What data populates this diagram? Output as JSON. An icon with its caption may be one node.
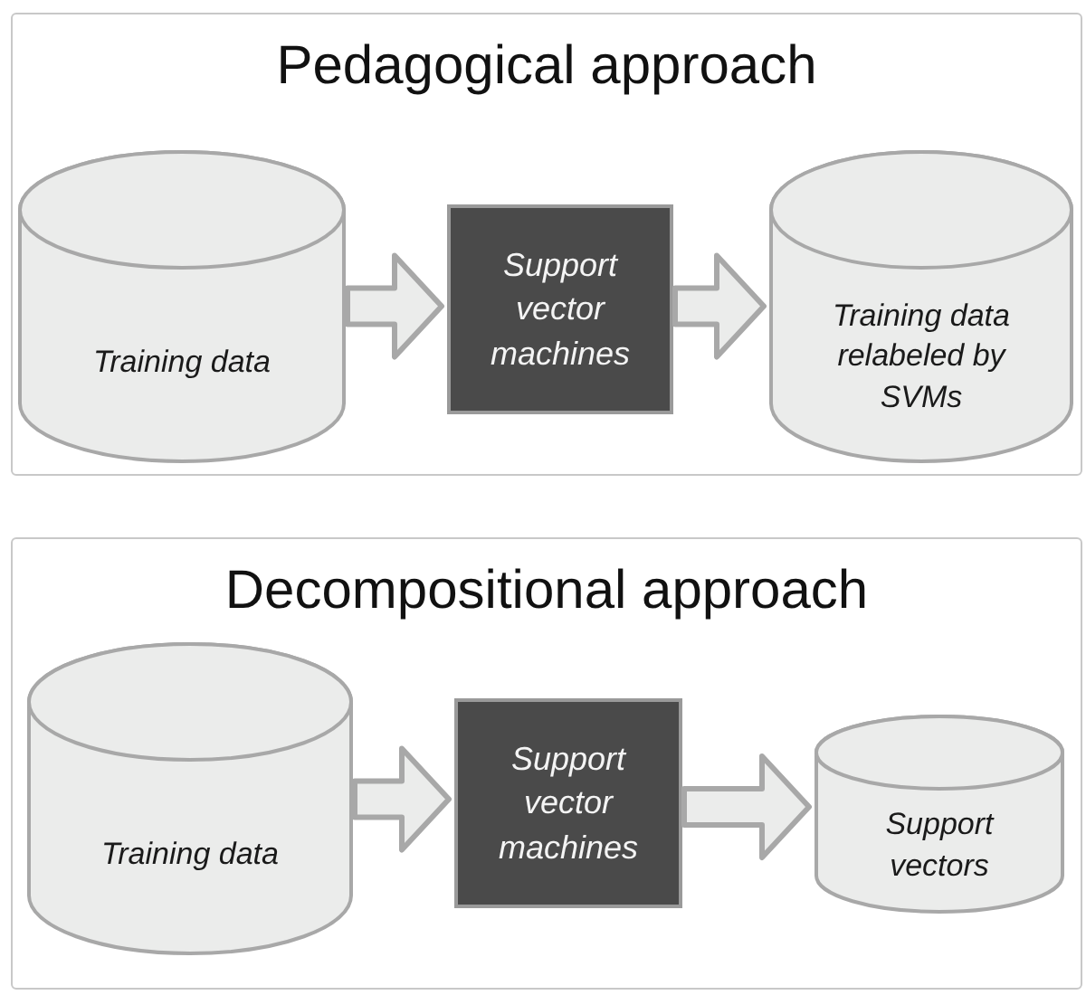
{
  "diagram": {
    "nodes": [
      {
        "text": [
          "Pedagogical approach"
        ]
      },
      {
        "text": [
          "Training data"
        ],
        "in": 0
      },
      {
        "text": [
          "Support vector machines"
        ],
        "in": 0
      },
      {
        "text": [
          "Training data relabeled by SVMs"
        ],
        "in": 0
      },
      {
        "text": [
          "Decompositional approach"
        ]
      },
      {
        "text": [
          "Training data"
        ],
        "in": 4
      },
      {
        "text": [
          "Support vector machines"
        ],
        "in": 4
      },
      {
        "text": [
          "Support vectors"
        ],
        "in": 4
      }
    ],
    "edges": [
      {
        "from": 1,
        "to": 2,
        "arrow": "to",
        "style": "thick"
      },
      {
        "from": 2,
        "to": 3,
        "arrow": "to",
        "style": "thick"
      },
      {
        "from": 5,
        "to": 6,
        "arrow": "to",
        "style": "thick"
      },
      {
        "from": 6,
        "to": 7,
        "arrow": "to",
        "style": "thick"
      }
    ]
  }
}
